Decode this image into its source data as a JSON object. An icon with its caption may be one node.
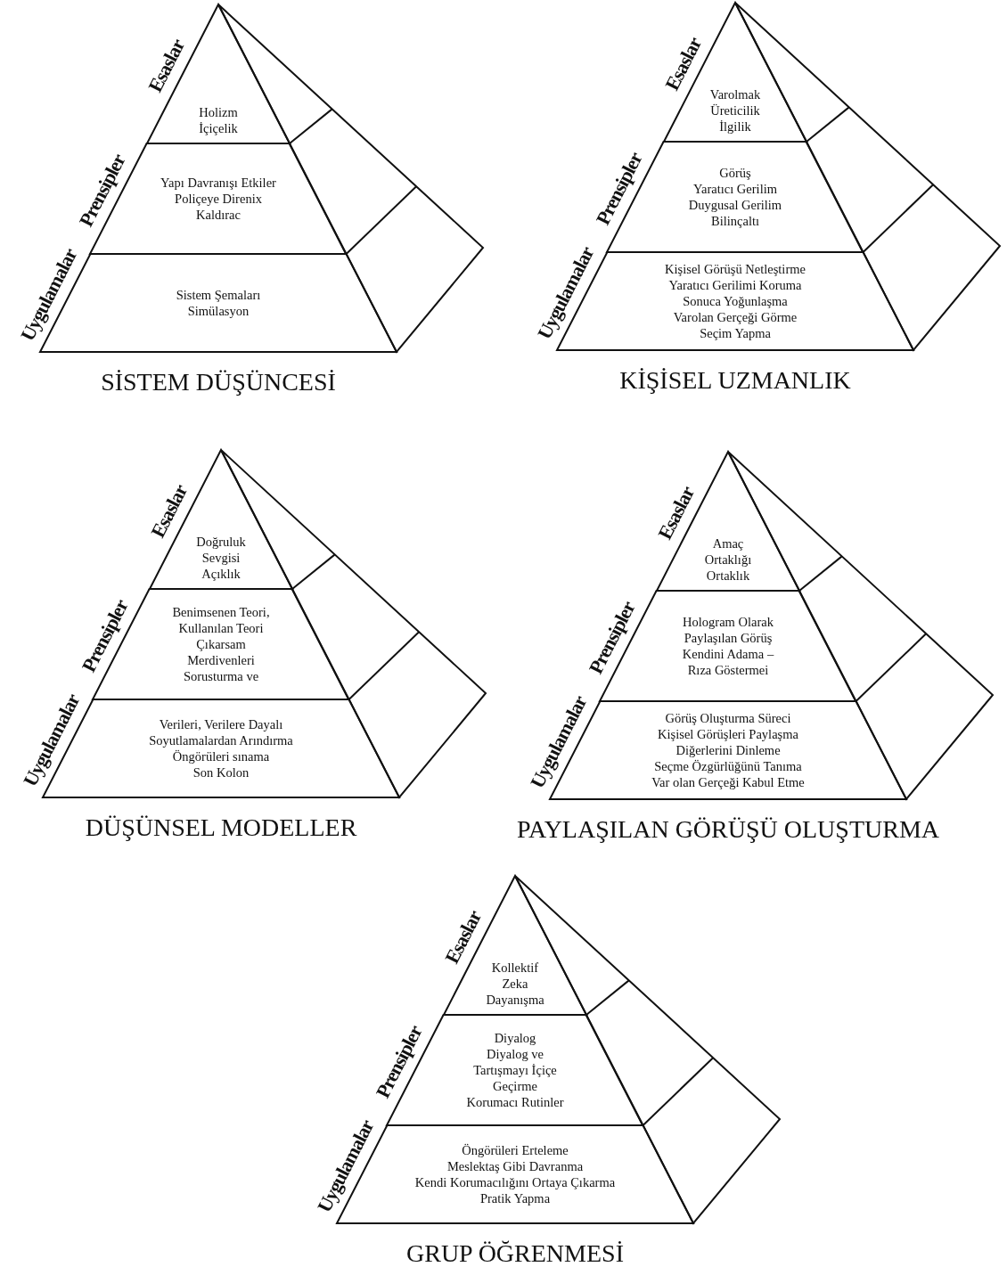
{
  "diagram": {
    "nodes": [
      {
        "text": [
          "Holizm",
          "İçiçelik"
        ],
        "beside": [
          "Esaslar"
        ]
      },
      {
        "text": [
          "Yapı Davranışı Etkiler",
          "Poliçeye Direnix",
          "Kaldırac"
        ],
        "beside": [
          "Prensipler"
        ]
      },
      {
        "text": [
          "Sistem Şemaları",
          "Simülasyon"
        ],
        "beside": [
          "Uygulamalar"
        ]
      },
      {
        "text": [
          "Varolmak",
          "Üreticilik",
          "İlgilik"
        ],
        "beside": [
          "Esaslar"
        ]
      },
      {
        "text": [
          "Görüş",
          "Yaratıcı Gerilim",
          "Duygusal Gerilim",
          "Bilinçaltı"
        ],
        "beside": [
          "Prensipler"
        ]
      },
      {
        "text": [
          "Kişisel Görüşü Netleştirme",
          "Yaratıcı Gerilimi Koruma",
          "Sonuca Yoğunlaşma",
          "Varolan Gerçeği Görme",
          "Seçim Yapma"
        ],
        "beside": [
          "Uygulamalar"
        ]
      },
      {
        "text": [
          "Doğruluk",
          "Sevgisi",
          "Açıklık"
        ],
        "beside": [
          "Esaslar"
        ]
      },
      {
        "text": [
          "Benimsenen Teori,",
          "Kullanılan Teori",
          "Çıkarsam",
          "Merdivenleri",
          "Sorusturma ve"
        ],
        "beside": [
          "Prensipler"
        ]
      },
      {
        "text": [
          "Verileri, Verilere Dayalı",
          "Soyutlamalardan Arındırma",
          "Öngörüleri sınama",
          "Son Kolon"
        ],
        "beside": [
          "Uygulamalar"
        ]
      },
      {
        "text": [
          "Amaç",
          "Ortaklığı",
          "Ortaklık"
        ],
        "beside": [
          "Esaslar"
        ]
      },
      {
        "text": [
          "Hologram Olarak",
          "Paylaşılan Görüş",
          "Kendini Adama –",
          "Rıza Göstermei"
        ],
        "beside": [
          "Prensipler"
        ]
      },
      {
        "text": [
          "Görüş Oluşturma Süreci",
          "Kişisel Görüşleri Paylaşma",
          "Diğerlerini Dinleme",
          "Seçme Özgürlüğünü Tanıma",
          "Var olan Gerçeği Kabul Etme"
        ],
        "beside": [
          "Uygulamalar"
        ]
      },
      {
        "text": [
          "Kollektif",
          "Zeka",
          "Dayanışma"
        ],
        "beside": [
          "Esaslar"
        ]
      },
      {
        "text": [
          "Diyalog",
          "Diyalog ve",
          "Tartışmayı İçiçe",
          "Geçirme",
          "Korumacı Rutinler"
        ],
        "beside": [
          "Prensipler"
        ]
      },
      {
        "text": [
          "Öngörüleri Erteleme",
          "Meslektaş Gibi Davranma",
          "Kendi Korumacılığını Ortaya Çıkarma",
          "Pratik Yapma"
        ],
        "beside": [
          "Uygulamalar"
        ]
      }
    ],
    "labels": [
      "SİSTEM DÜŞÜNCESİ",
      "KİŞİSEL UZMANLIK",
      "DÜŞÜNSEL MODELLER",
      "PAYLAŞILAN GÖRÜŞÜ OLUŞTURMA",
      "GRUP ÖĞRENMESİ"
    ]
  }
}
